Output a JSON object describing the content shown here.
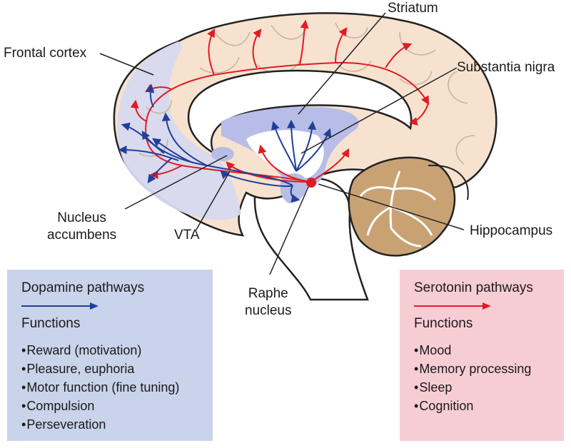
{
  "labels": {
    "striatum": "Striatum",
    "frontal_cortex": "Frontal cortex",
    "substantia_nigra": "Substantia nigra",
    "nucleus_accumbens": [
      "Nucleus",
      "accumbens"
    ],
    "vta": "VTA",
    "raphe_nucleus": [
      "Raphe",
      "nucleus"
    ],
    "hippocampus": "Hippocampus"
  },
  "dopamine": {
    "title": "Dopamine pathways",
    "functions_label": "Functions",
    "items": [
      "Reward (motivation)",
      "Pleasure, euphoria",
      "Motor function (fine tuning)",
      "Compulsion",
      "Perseveration"
    ]
  },
  "serotonin": {
    "title": "Serotonin pathways",
    "functions_label": "Functions",
    "items": [
      "Mood",
      "Memory processing",
      "Sleep",
      "Cognition"
    ]
  },
  "colors": {
    "dopamine": "#1f3f9a",
    "serotonin": "#e01b24",
    "dopamine_box": "#c9d3ea",
    "serotonin_box": "#f7cdd4",
    "cortex": "#f6e2cf",
    "frontal_tint": "#d7d9ee",
    "striatum_fill": "#b7bde6",
    "cerebellum": "#c9a274"
  }
}
